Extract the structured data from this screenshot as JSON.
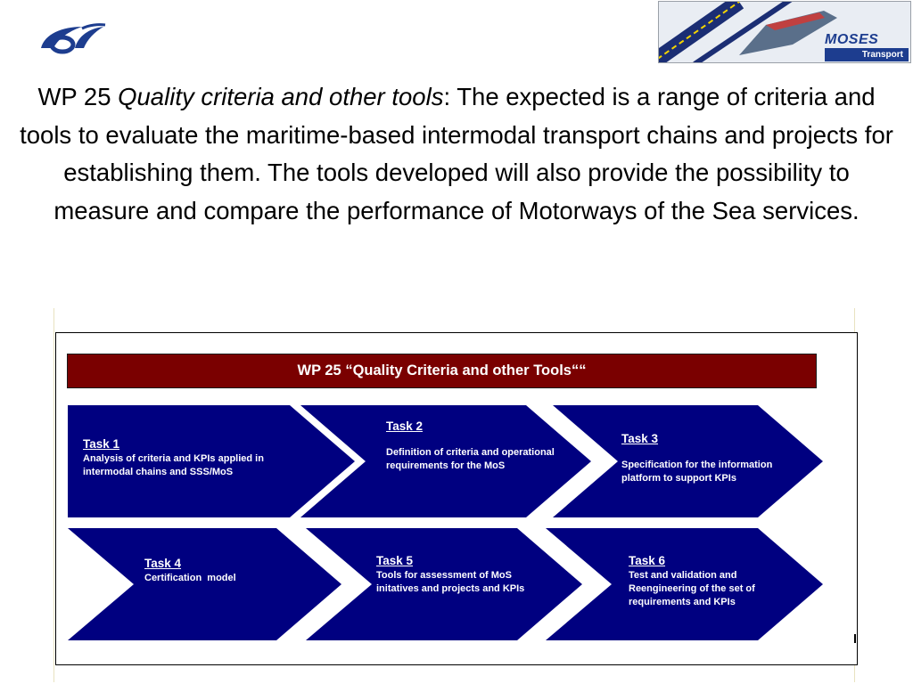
{
  "logos": {
    "left": {
      "icon": "fp6-logo-icon"
    },
    "right": {
      "icon": "moses-transport-logo-icon",
      "name": "MOSES",
      "label": "Transport"
    }
  },
  "headline": {
    "lead": "WP 25 ",
    "italic": "Quality criteria and other tools",
    "rest": ": The expected is a range of criteria and tools to evaluate the maritime-based intermodal transport chains and projects for establishing them. The tools developed will also provide the possibility to measure and compare the performance of Motorways of the Sea services."
  },
  "diagram": {
    "banner": "WP 25 “Quality Criteria and other Tools““",
    "tasks": [
      {
        "title": "Task 1",
        "desc": "Analysis of criteria and KPIs applied in intermodal chains and SSS/MoS"
      },
      {
        "title": "Task 2",
        "desc": "Definition of criteria and operational requirements for the MoS"
      },
      {
        "title": "Task 3",
        "desc": "Specification for the information platform to support KPIs"
      },
      {
        "title": "Task 4",
        "desc": "Certification  model"
      },
      {
        "title": "Task 5",
        "desc": "Tools for assessment of MoS initatives and projects and KPIs"
      },
      {
        "title": "Task 6",
        "desc": "Test and validation and Reengineering of the set of requirements and KPIs"
      }
    ]
  },
  "colors": {
    "chevron": "#000080",
    "banner": "#7a0000",
    "logo_blue": "#1d3d8f"
  }
}
